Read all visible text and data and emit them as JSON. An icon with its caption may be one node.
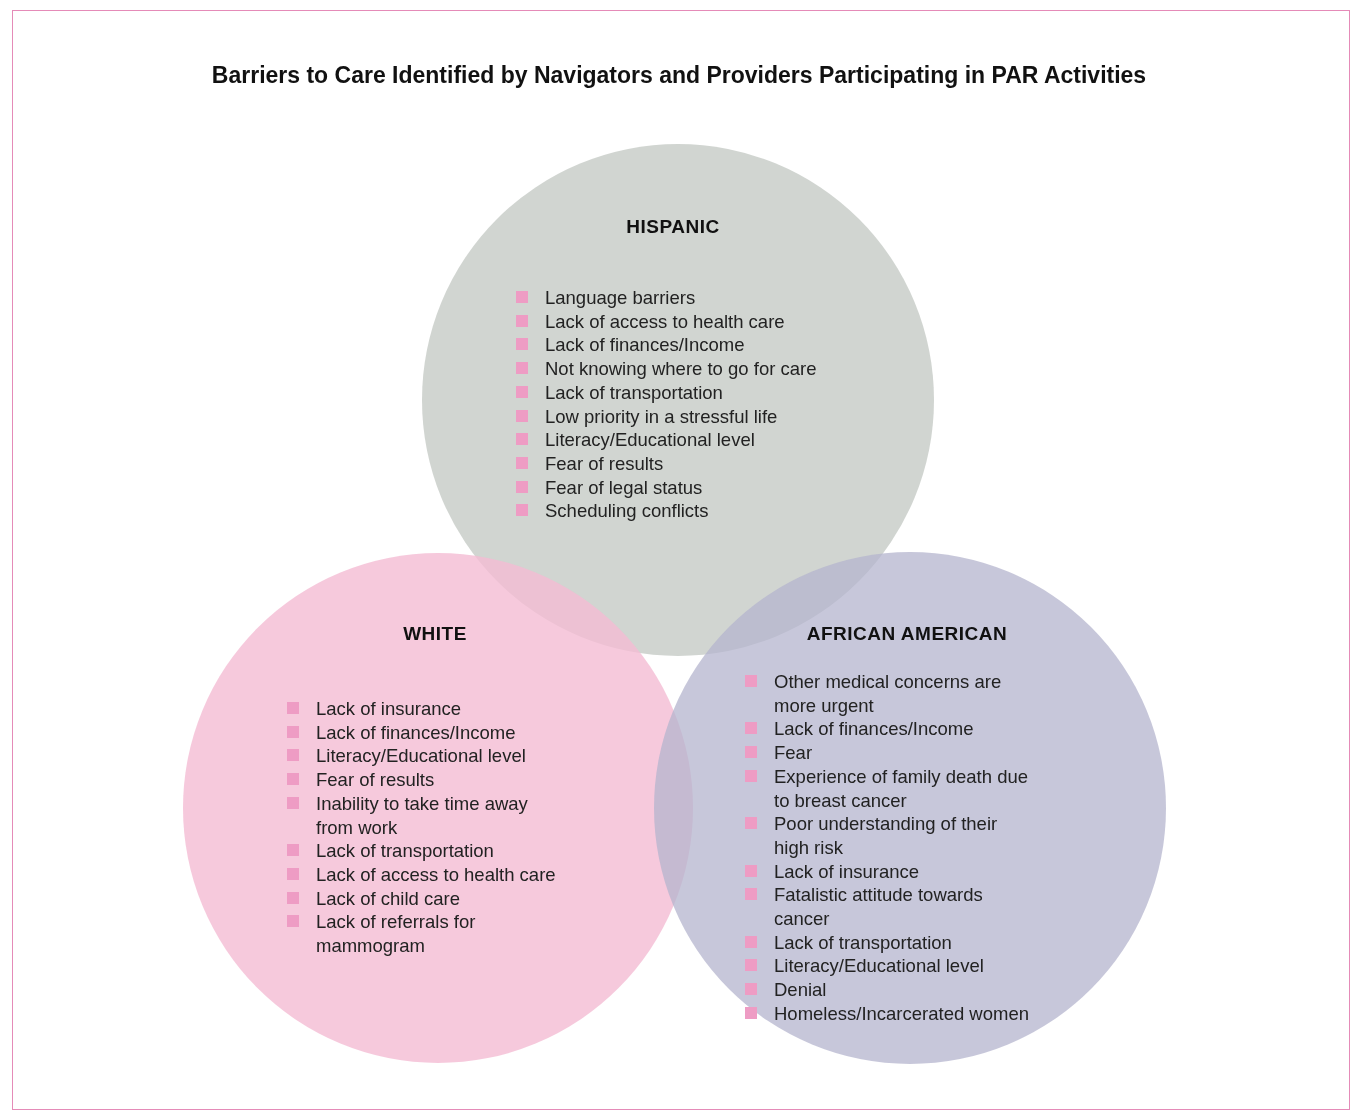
{
  "diagram": {
    "title": "Barriers to Care Identified by Navigators and Providers Participating in PAR Activities",
    "nodes": [
      {
        "text": [
          "HISPANIC",
          "Language barriers",
          "Lack of access to health care",
          "Lack of finances/Income",
          "Not knowing where to go for care",
          "Lack of transportation",
          "Low priority in a stressful life",
          "Literacy/Educational level",
          "Fear of results",
          "Fear of legal status",
          "Scheduling conflicts"
        ]
      },
      {
        "text": [
          "WHITE",
          "Lack of insurance",
          "Lack of finances/Income",
          "Literacy/Educational level",
          "Fear of results",
          "Inability to take time away from work",
          "Lack of transportation",
          "Lack of access to health care",
          "Lack of child care",
          "Lack of referrals for mammogram"
        ]
      },
      {
        "text": [
          "AFRICAN AMERICAN",
          "Other medical concerns are more urgent",
          "Lack of finances/Income",
          "Fear",
          "Experience of family death due to breast cancer",
          "Poor understanding of their high risk",
          "Lack of insurance",
          "Fatalistic attitude towards cancer",
          "Lack of transportation",
          "Literacy/Educational level",
          "Denial",
          "Homeless/Incarcerated women"
        ]
      }
    ]
  }
}
